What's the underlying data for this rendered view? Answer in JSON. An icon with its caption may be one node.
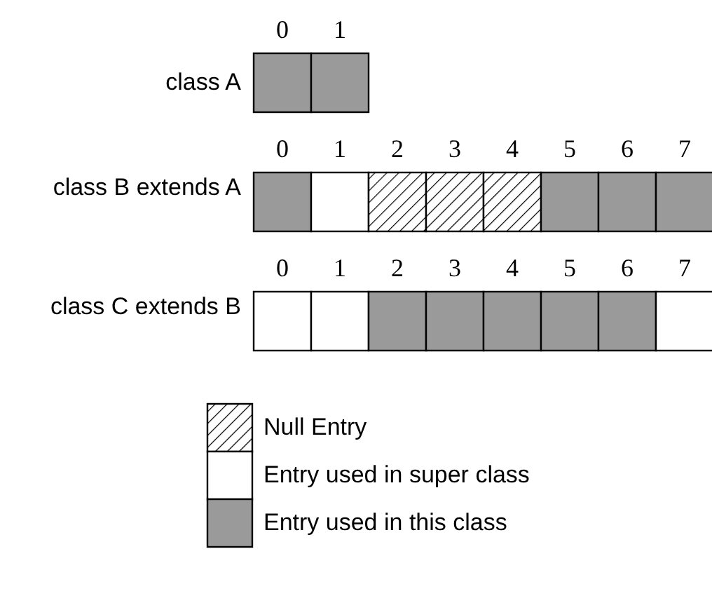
{
  "diagram": {
    "labels": [
      "0",
      "1",
      "class A",
      "0",
      "1",
      "2",
      "3",
      "4",
      "5",
      "6",
      "7",
      "class B extends A",
      "0",
      "1",
      "2",
      "3",
      "4",
      "5",
      "6",
      "7",
      "class C extends B"
    ],
    "legend": [
      {
        "text": "Null Entry"
      },
      {
        "text": "Entry used in super class",
        "color": "#ffffff"
      },
      {
        "text": "Entry used in this class",
        "color": "#9a9a9a"
      }
    ]
  }
}
